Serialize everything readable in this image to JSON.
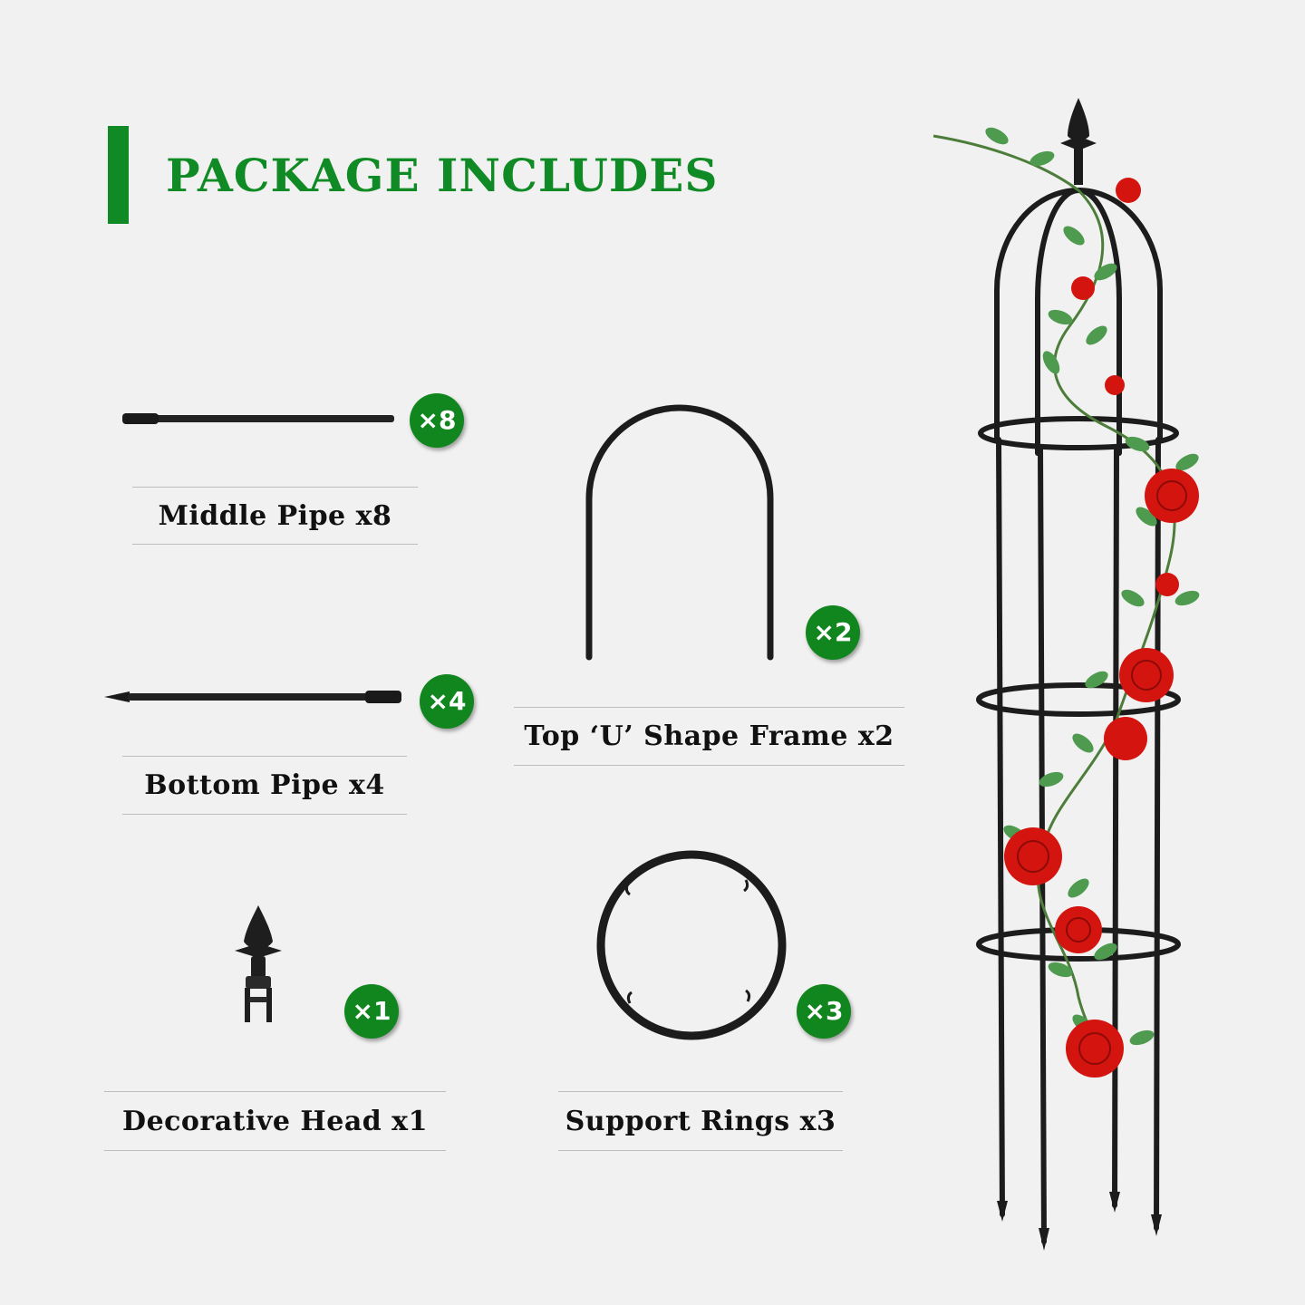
{
  "heading": "PACKAGE INCLUDES",
  "colors": {
    "accent": "#0f8a24",
    "badge": "#11861f",
    "background": "#f1f1f1",
    "metal": "#1e1e1e",
    "rose": "#d4150f",
    "leaf": "#3f8a3f"
  },
  "items": [
    {
      "label": "Middle Pipe x8",
      "badge": "×8",
      "icon": "middle-pipe-icon"
    },
    {
      "label": "Bottom Pipe x4",
      "badge": "×4",
      "icon": "bottom-pipe-icon"
    },
    {
      "label": "Decorative Head x1",
      "badge": "×1",
      "icon": "decorative-head-icon"
    },
    {
      "label": "Top ‘U’ Shape Frame x2",
      "badge": "×2",
      "icon": "u-frame-icon"
    },
    {
      "label": "Support Rings x3",
      "badge": "×3",
      "icon": "support-ring-icon"
    }
  ],
  "product": {
    "icon": "obelisk-trellis-with-roses-icon"
  }
}
